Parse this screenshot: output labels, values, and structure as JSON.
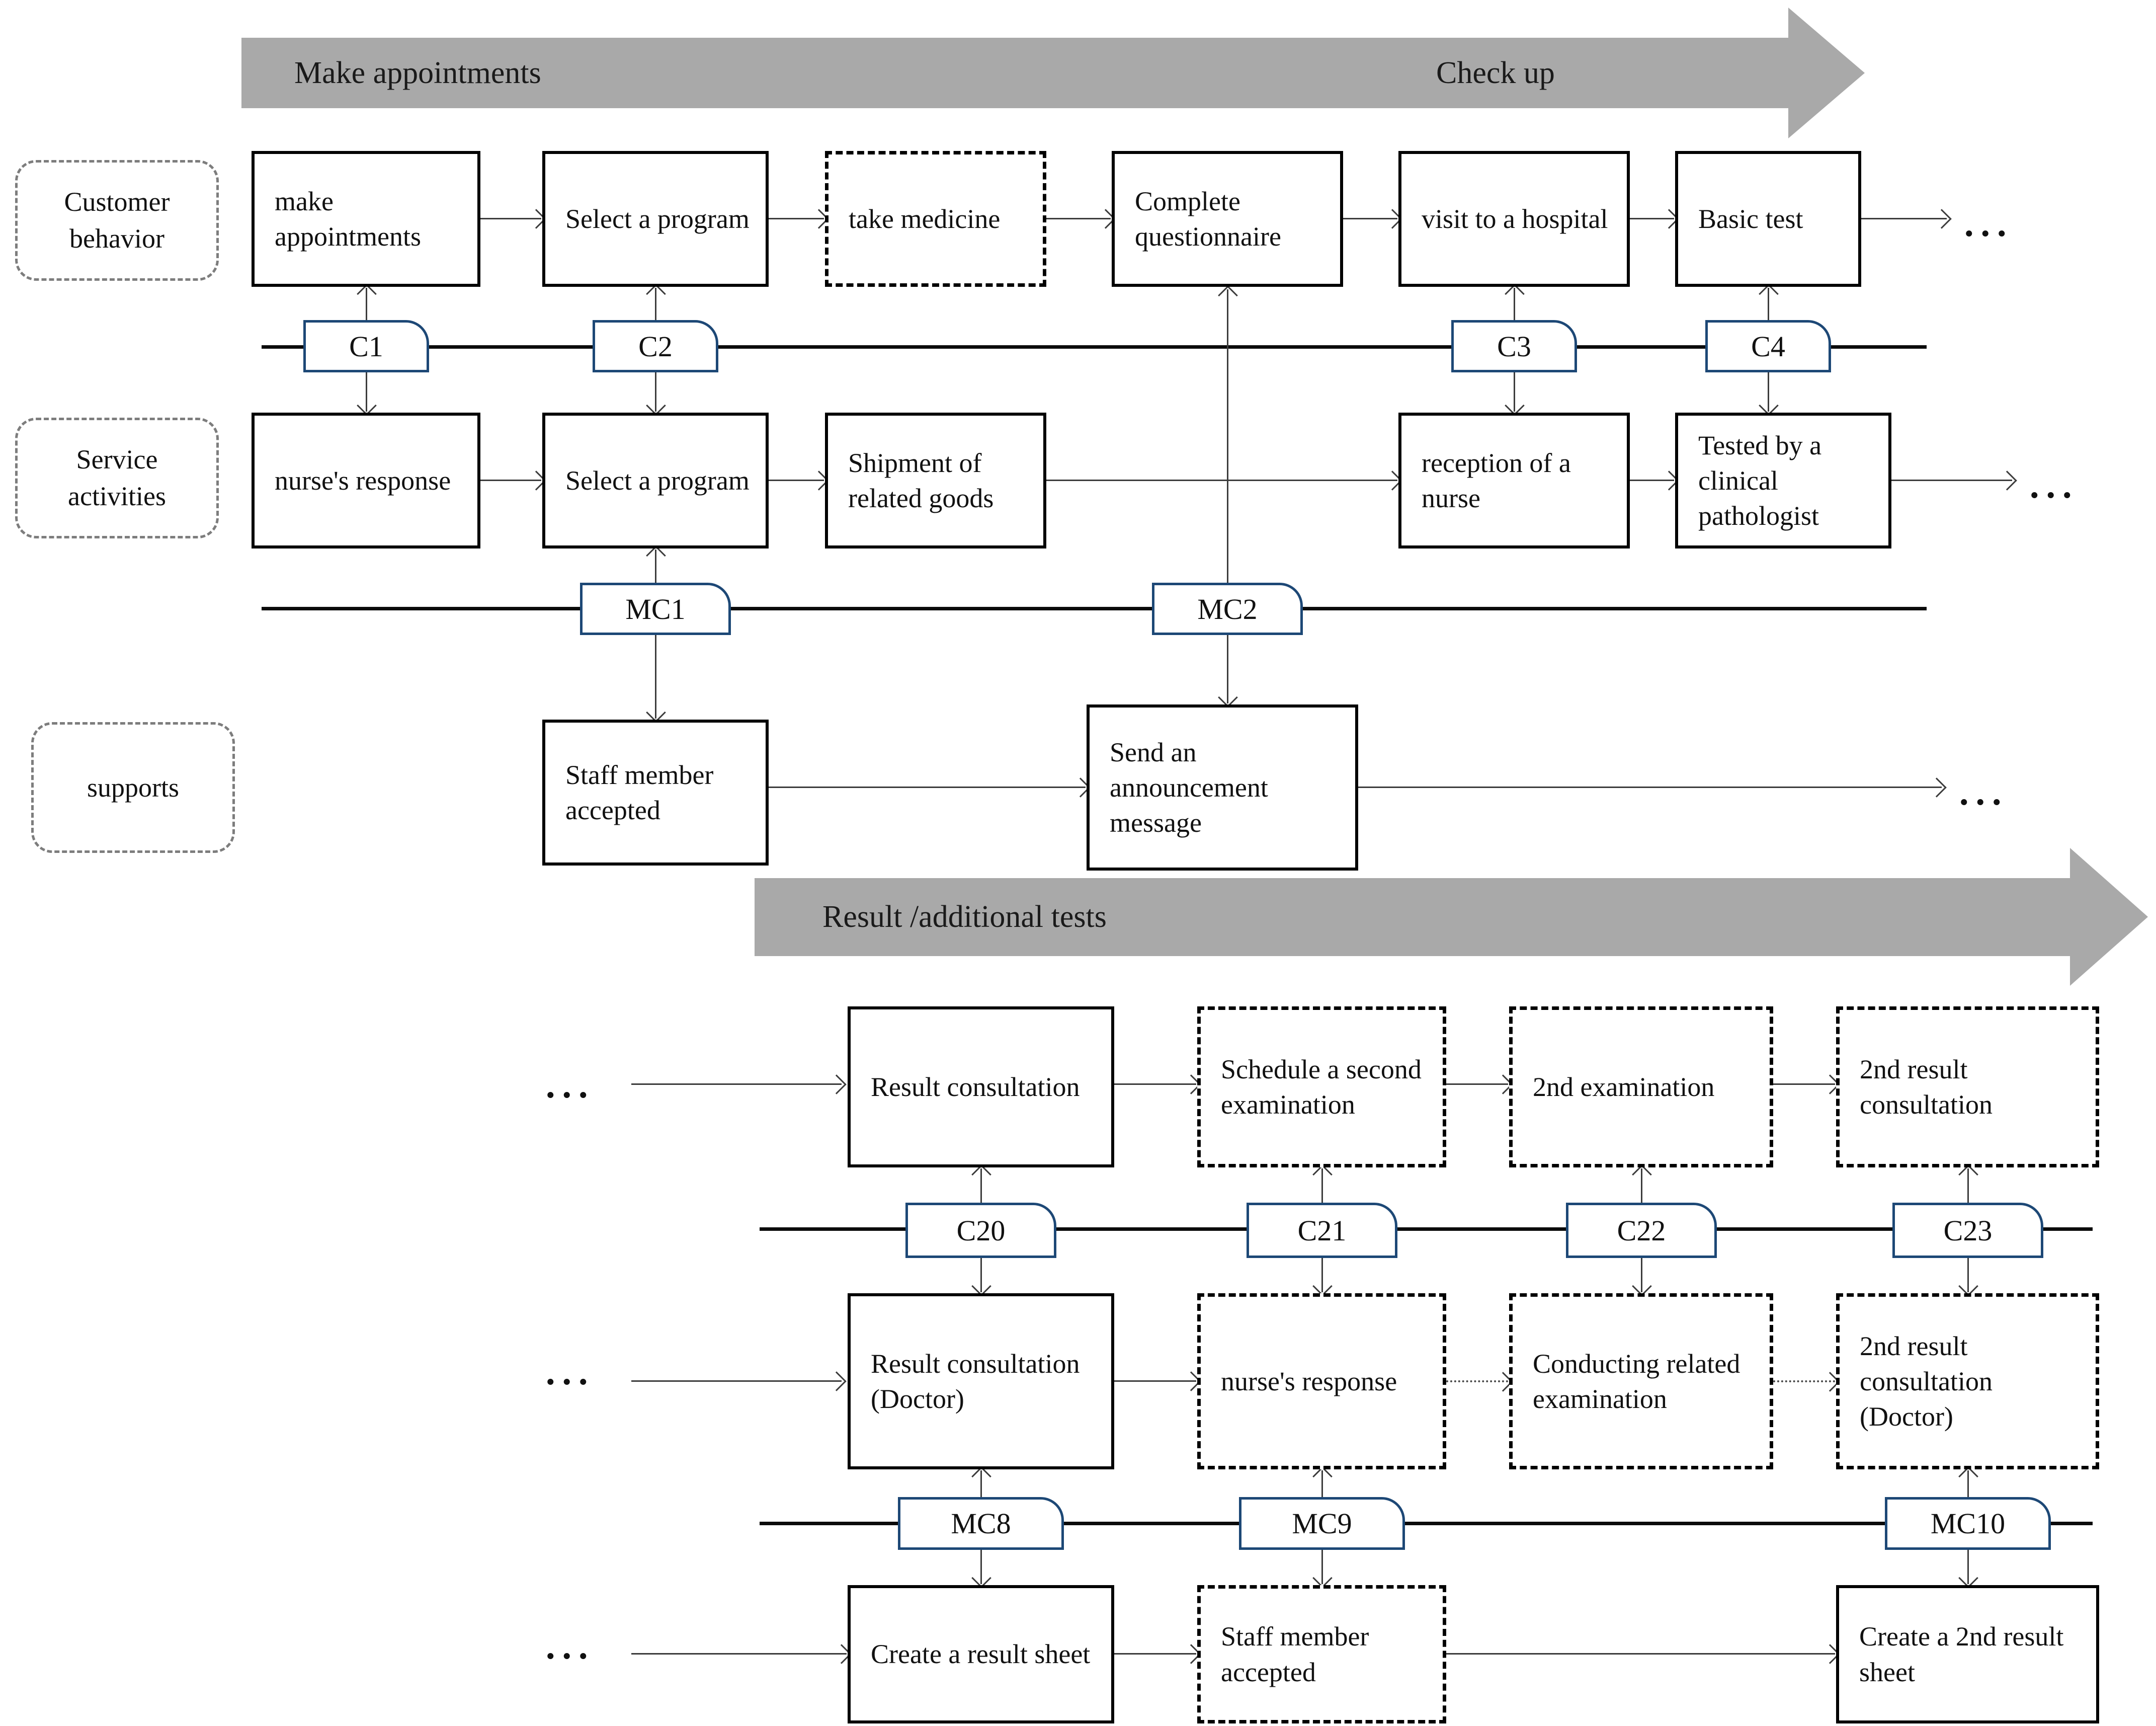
{
  "banners": {
    "phase1_left": "Make appointments",
    "phase1_right": "Check up",
    "phase2": "Result /additional tests"
  },
  "row_labels": {
    "customer": "Customer behavior",
    "service": "Service activities",
    "supports": "supports"
  },
  "ellipsis": "...",
  "top": {
    "customer_boxes": [
      "make appointments",
      "Select a program",
      "take medicine",
      "Complete questionnaire",
      "visit to a hospital",
      "Basic test"
    ],
    "service_boxes": [
      "nurse's response",
      "Select a program",
      "Shipment of related goods",
      "reception of a nurse",
      "Tested by a clinical pathologist"
    ],
    "support_boxes": [
      "Staff member accepted",
      "Send an announcement message"
    ],
    "c_tabs": [
      "C1",
      "C2",
      "C3",
      "C4"
    ],
    "mc_tabs": [
      "MC1",
      "MC2"
    ]
  },
  "bottom": {
    "customer_boxes": [
      "Result consultation",
      "Schedule a second examination",
      "2nd examination",
      "2nd result consultation"
    ],
    "service_boxes": [
      "Result consultation (Doctor)",
      "nurse's response",
      "Conducting related examination",
      "2nd result consultation (Doctor)"
    ],
    "support_boxes": [
      "Create a result sheet",
      "Staff member accepted",
      "Create a 2nd result sheet"
    ],
    "c_tabs": [
      "C20",
      "C21",
      "C22",
      "C23"
    ],
    "mc_tabs": [
      "MC8",
      "MC9",
      "MC10"
    ]
  }
}
